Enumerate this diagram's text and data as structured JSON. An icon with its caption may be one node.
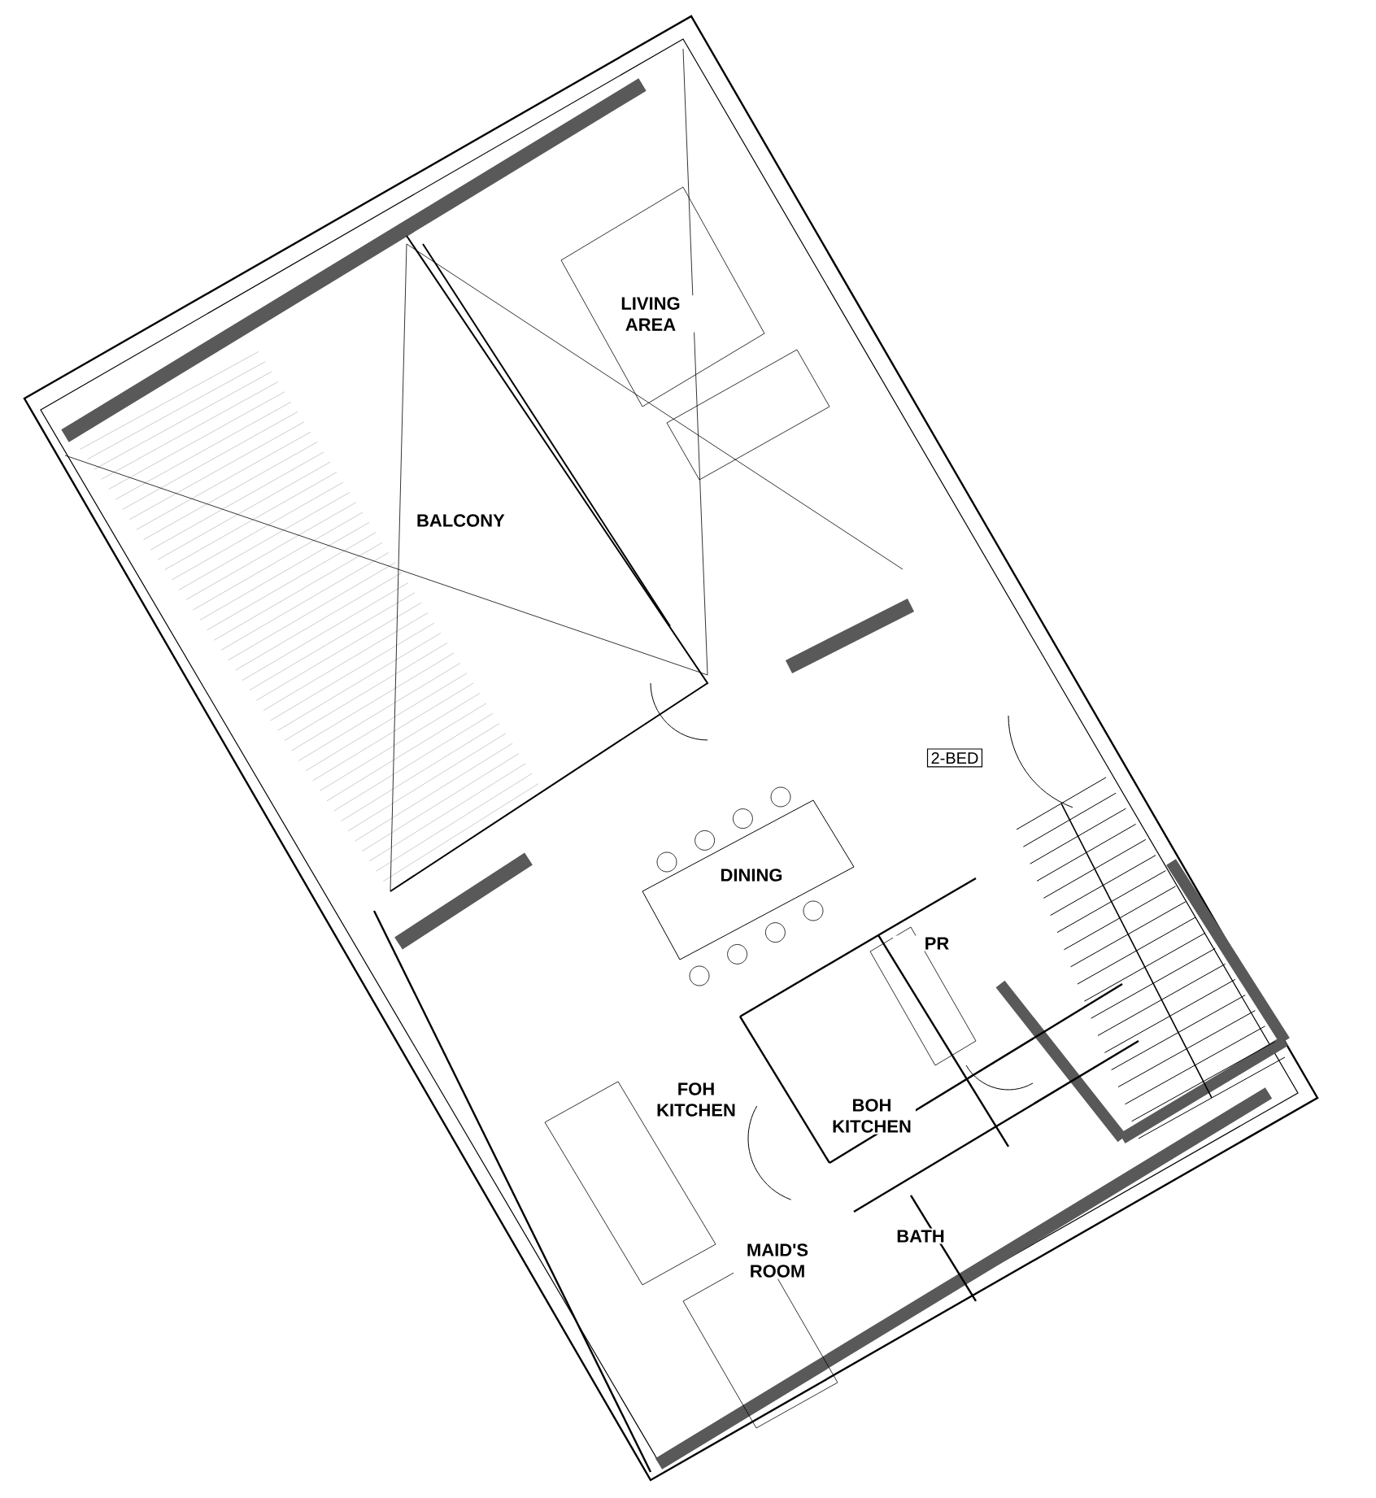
{
  "diagram": {
    "nodes": [
      {
        "text": [
          "2-BED"
        ]
      }
    ],
    "labels": [
      "LIVING AREA",
      "BALCONY",
      "DINING",
      "PR",
      "FOH KITCHEN",
      "BOH KITCHEN",
      "MAID'S ROOM",
      "BATH"
    ]
  }
}
